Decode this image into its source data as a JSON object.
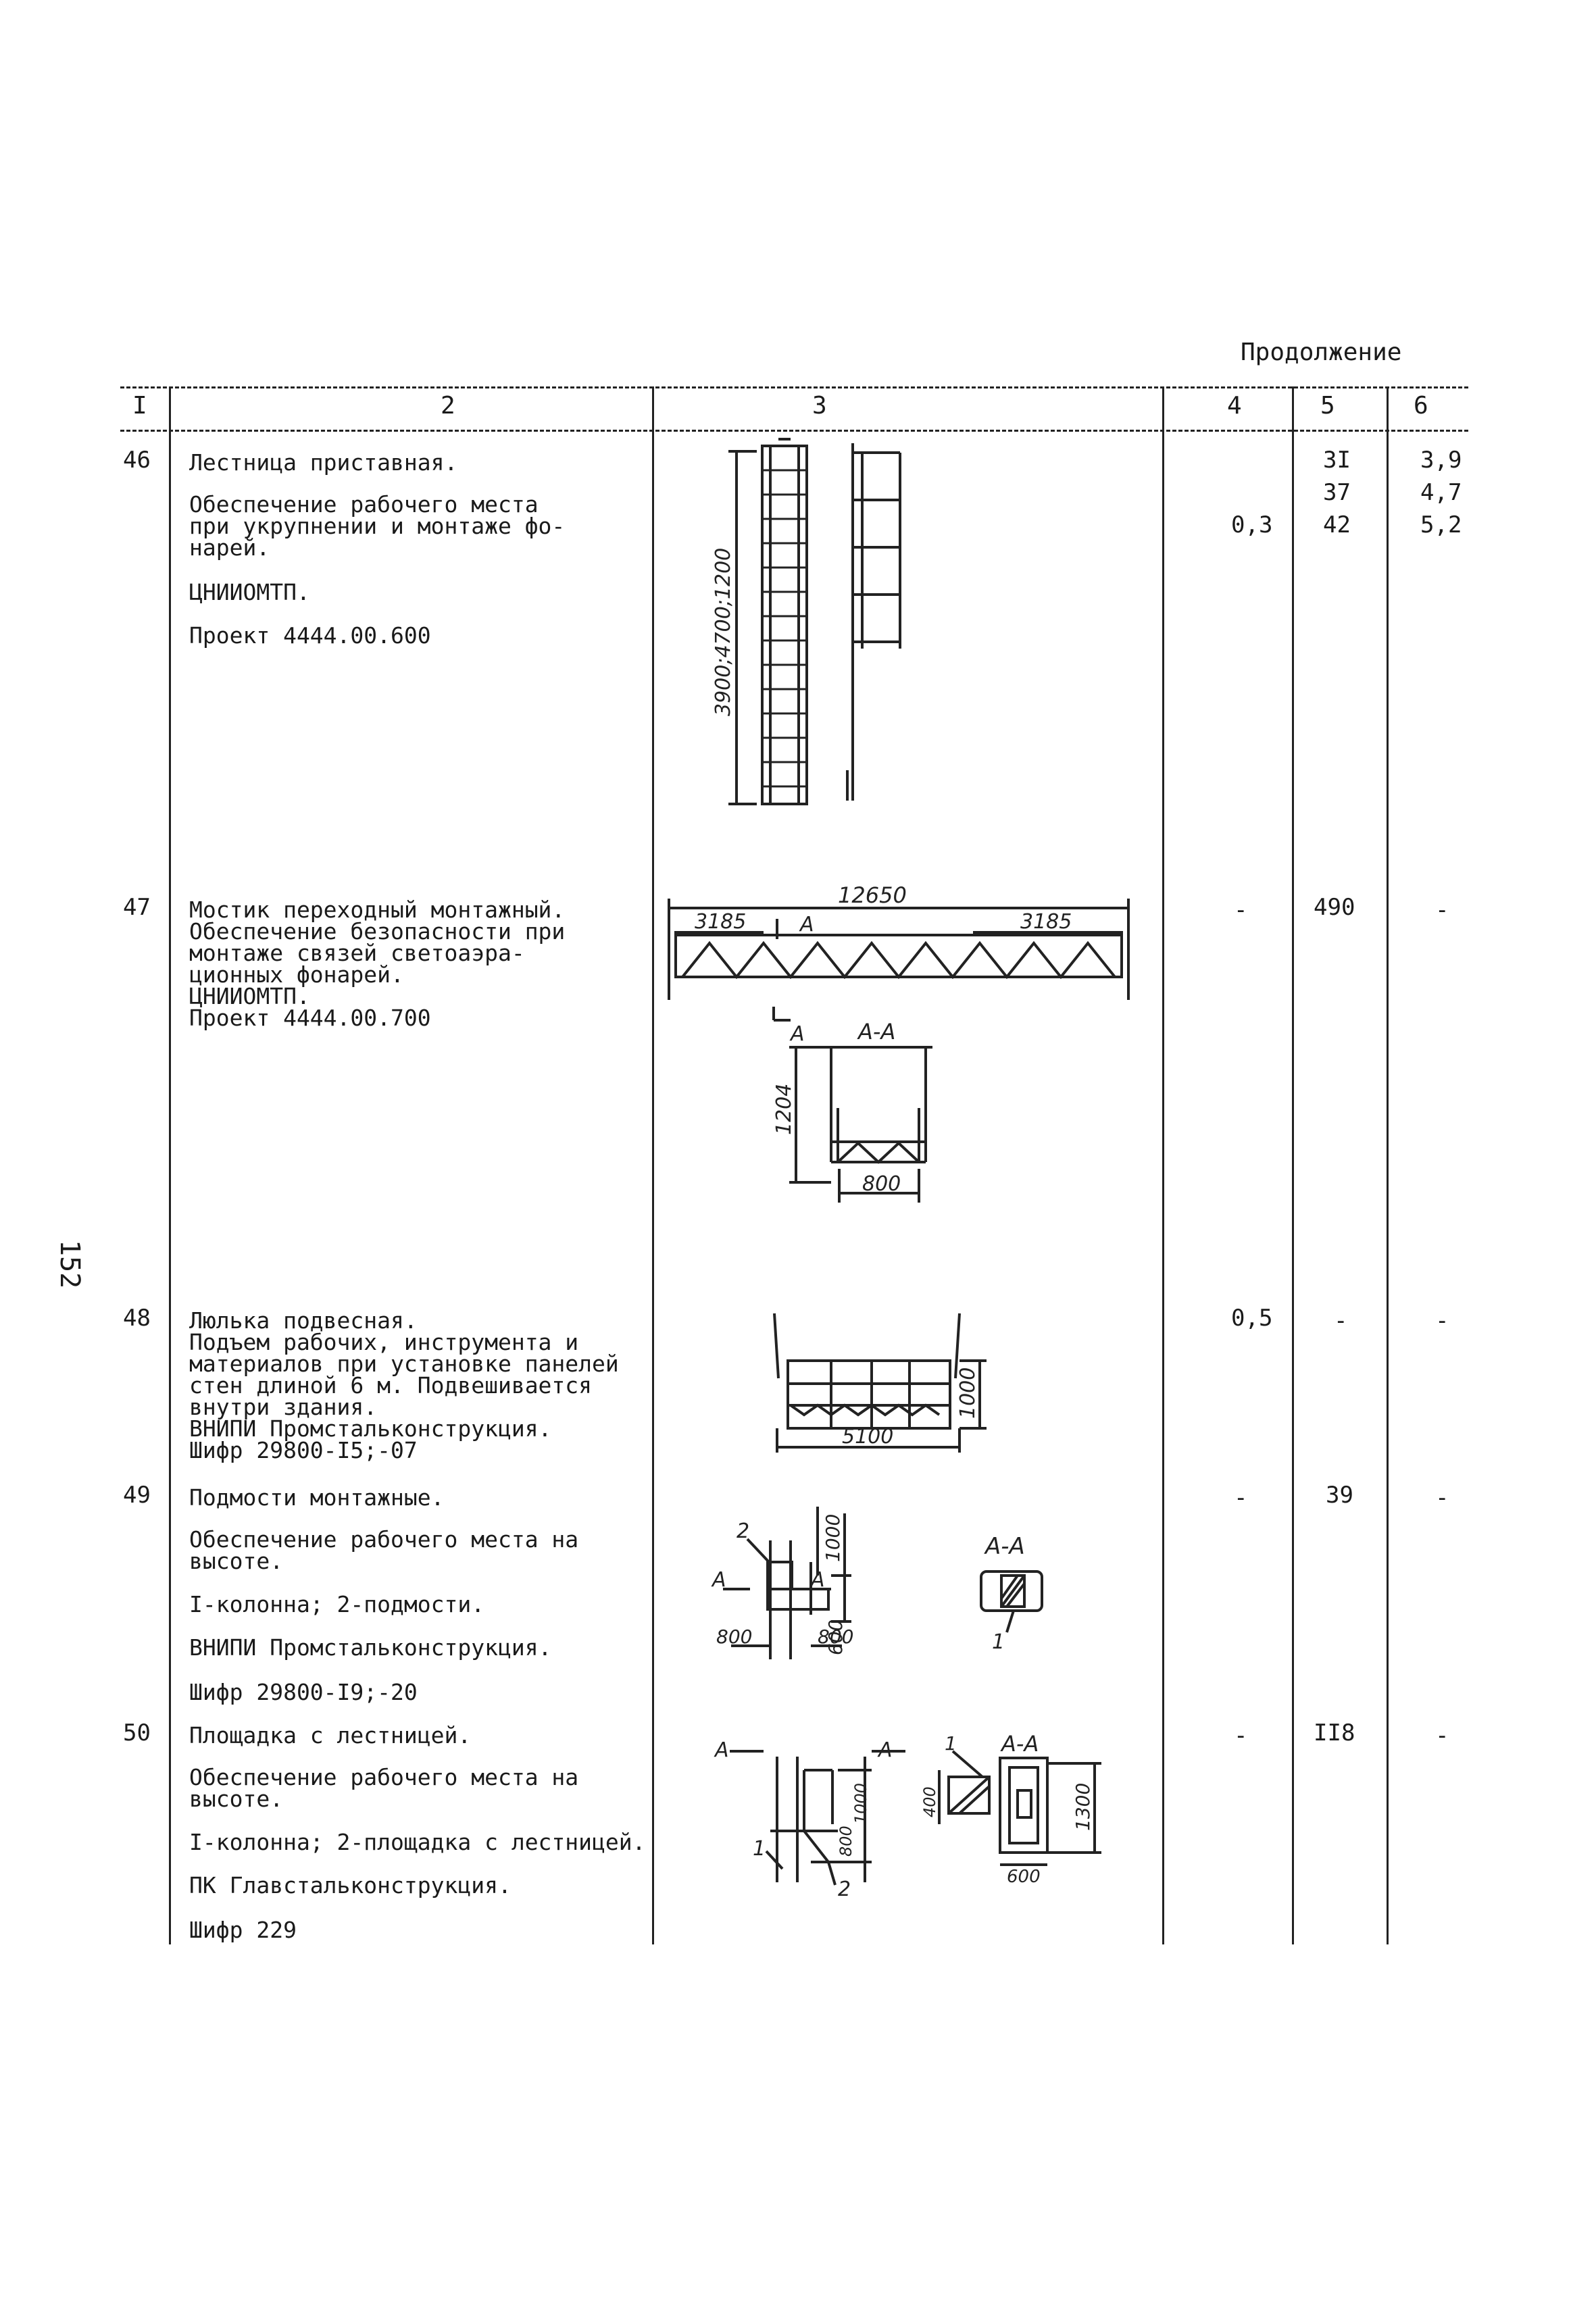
{
  "header": {
    "continuation": "Продолжение"
  },
  "columns": [
    "I",
    "2",
    "3",
    "4",
    "5",
    "6"
  ],
  "page_number": "152",
  "rows": [
    {
      "num": "46",
      "lines": [
        "Лестница приставная.",
        "Обеспечение рабочего места",
        "при укрупнении и монтаже фо-",
        "нарей.",
        "ЦНИИОМТП.",
        "Проект 4444.00.600"
      ],
      "c4": "0,3",
      "c5": [
        "3I",
        "37",
        "42"
      ],
      "c6": [
        "3,9",
        "4,7",
        "5,2"
      ]
    },
    {
      "num": "47",
      "lines": [
        "Мостик переходный монтажный.",
        "Обеспечение безопасности при",
        "монтаже связей светоаэра-",
        "ционных фонарей.",
        "ЦНИИОМТП.",
        "Проект 4444.00.700"
      ],
      "c4": "-",
      "c5": "490",
      "c6": "-"
    },
    {
      "num": "48",
      "lines": [
        "Люлька подвесная.",
        "Подъем рабочих, инструмента и",
        "материалов при установке панелей",
        "стен длиной 6 м. Подвешивается",
        "внутри здания.",
        "ВНИПИ Промстальконструкция.",
        "Шифр 29800-I5;-07"
      ],
      "c4": "0,5",
      "c5": "-",
      "c6": "-"
    },
    {
      "num": "49",
      "lines": [
        "Подмости монтажные.",
        "Обеспечение рабочего места на",
        "высоте.",
        "I-колонна; 2-подмости.",
        "ВНИПИ Промстальконструкция.",
        "Шифр 29800-I9;-20"
      ],
      "c4": "-",
      "c5": "39",
      "c6": "-"
    },
    {
      "num": "50",
      "lines": [
        "Площадка с лестницей.",
        "Обеспечение рабочего места на",
        "высоте.",
        "I-колонна; 2-площадка с лестницей.",
        "ПК Главстальконструкция.",
        "Шифр 229"
      ],
      "c4": "-",
      "c5": "II8",
      "c6": "-"
    }
  ],
  "drawings": {
    "d46": {
      "dim": "3900;4700;1200"
    },
    "d47": {
      "total": "12650",
      "left": "3185",
      "right": "3185",
      "section_mark": "A",
      "section": "A-A",
      "height": "1204",
      "width": "800"
    },
    "d48": {
      "length": "5100",
      "height": "1000"
    },
    "d49": {
      "leader_2": "2",
      "leader_1": "1",
      "mark": "A",
      "section": "A-A",
      "h": "1000",
      "w_left": "800",
      "w_right": "800",
      "h2": "600"
    },
    "d50": {
      "mark": "A",
      "section": "A-A",
      "h1": "800",
      "h2": "1000",
      "h3": "400",
      "h4": "1300",
      "w": "600",
      "leader_1": "1",
      "leader_2": "2"
    }
  }
}
